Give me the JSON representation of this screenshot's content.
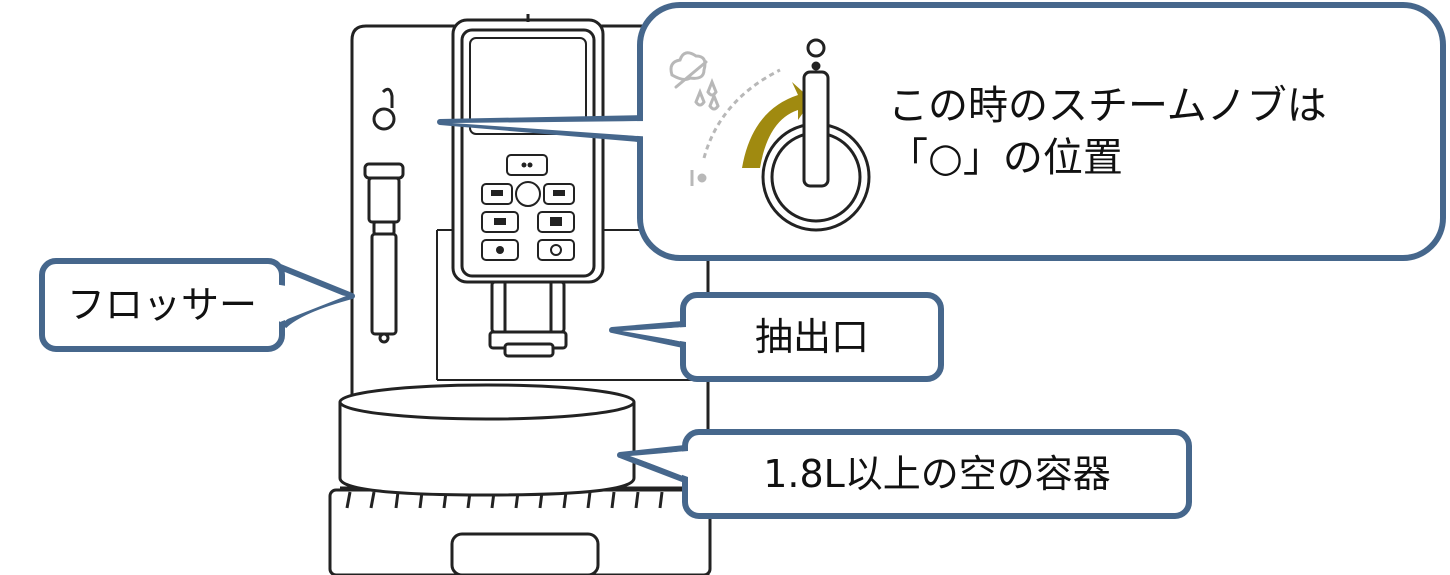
{
  "callouts": {
    "frother": "フロッサー",
    "spout": "抽出口",
    "container": "1.8L以上の空の容器",
    "steam_line1": "この時のスチームノブは",
    "steam_line2": "「○」の位置"
  },
  "colors": {
    "callout_border": "#46678c",
    "arrow_gold": "#a08a10",
    "machine_line": "#222222"
  },
  "icons": [
    "steam-icon",
    "water-drops-icon",
    "steam-knob-icon"
  ]
}
